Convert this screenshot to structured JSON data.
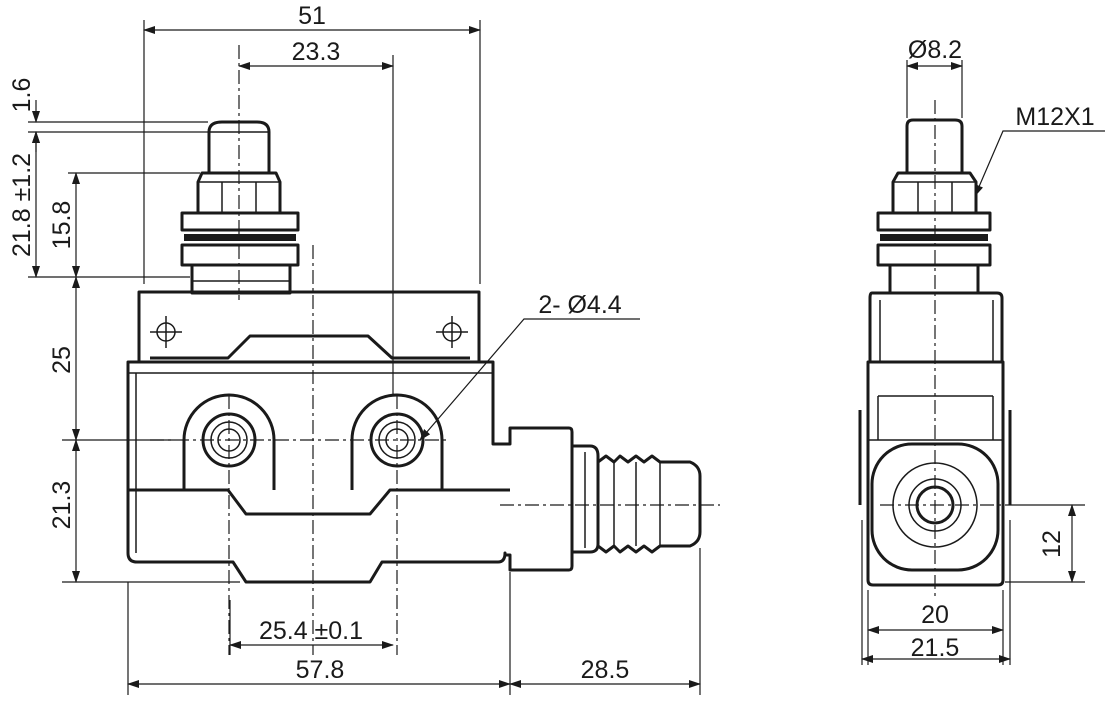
{
  "front_view": {
    "dim_overall_top_width": "51",
    "dim_hole_to_plunger": "23.3",
    "dim_plunger_cap": "1.6",
    "dim_overtravel": "21.8 ±1.2",
    "dim_plunger_height": "15.8",
    "dim_body_upper_height": "25",
    "dim_body_lower_height": "21.3",
    "dim_mount_holes": "2- Ø4.4",
    "dim_hole_pitch": "25.4 ±0.1",
    "dim_body_width": "57.8",
    "dim_cable_gland": "28.5"
  },
  "side_view": {
    "dim_plunger_diameter": "Ø8.2",
    "dim_thread": "M12X1",
    "dim_gland_height": "12",
    "dim_inner_width": "20",
    "dim_outer_width": "21.5"
  }
}
